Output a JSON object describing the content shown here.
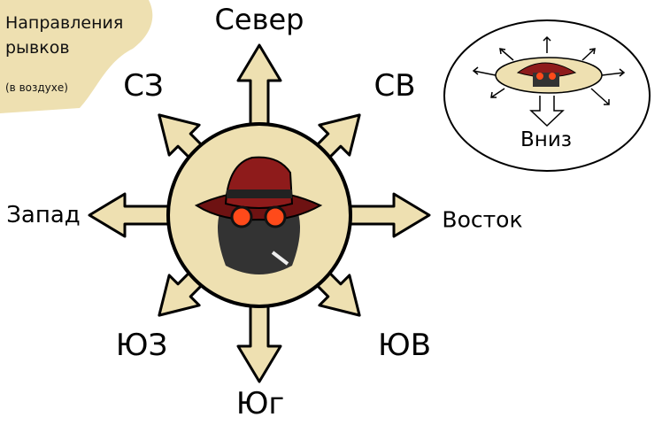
{
  "title": {
    "line1": "Направления",
    "line2": "рывков",
    "subtitle": "(в воздухе)"
  },
  "directions": {
    "n": "Север",
    "ne": "СВ",
    "e": "Восток",
    "se": "ЮВ",
    "s": "Юг",
    "sw": "ЮЗ",
    "w": "Запад",
    "nw": "СЗ"
  },
  "inset": {
    "label": "Вниз"
  },
  "colors": {
    "cream": "#eee0b1",
    "hat": "#8e1b1b",
    "goggles": "#ff4a1a"
  }
}
